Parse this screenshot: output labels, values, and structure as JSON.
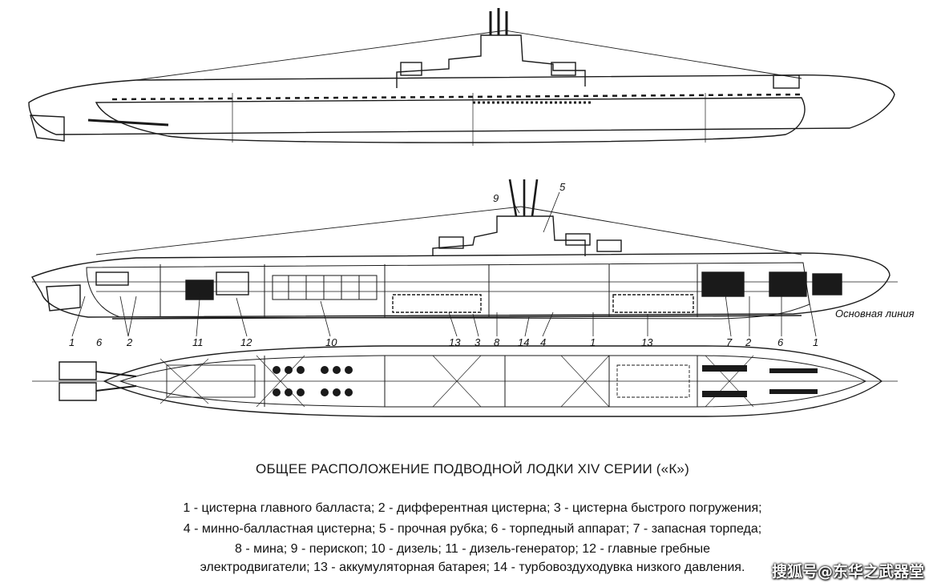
{
  "diagram": {
    "title": "ОБЩЕЕ РАСПОЛОЖЕНИЕ ПОДВОДНОЙ ЛОДКИ XIV СЕРИИ («К»)",
    "baseline_label": "Основная линия",
    "side_callouts_top": [
      {
        "id": "9",
        "text": "9"
      },
      {
        "id": "5",
        "text": "5"
      }
    ],
    "side_callouts_bottom": [
      {
        "text": "1"
      },
      {
        "text": "6"
      },
      {
        "text": "2"
      },
      {
        "text": "11"
      },
      {
        "text": "12"
      },
      {
        "text": "10"
      },
      {
        "text": "13"
      },
      {
        "text": "3"
      },
      {
        "text": "8"
      },
      {
        "text": "14"
      },
      {
        "text": "4"
      },
      {
        "text": "1"
      },
      {
        "text": "13"
      },
      {
        "text": "7"
      },
      {
        "text": "2"
      },
      {
        "text": "6"
      },
      {
        "text": "1"
      }
    ],
    "legend_lines": [
      "1 - цистерна главного балласта; 2 - дифферентная цистерна; 3 - цистерна быстрого погружения;",
      "4 - минно-балластная цистерна; 5 - прочная рубка; 6 - торпедный аппарат; 7 - запасная торпеда;",
      "8 - мина; 9 - перископ; 10 - дизель; 11 - дизель-генератор; 12 - главные гребные",
      "электродвигатели; 13 - аккумуляторная батарея; 14 - турбовоздуходувка низкого давления."
    ],
    "watermark": "搜狐号@东华之武器堂"
  },
  "colors": {
    "ink": "#1a1a1a",
    "paper": "#ffffff"
  }
}
